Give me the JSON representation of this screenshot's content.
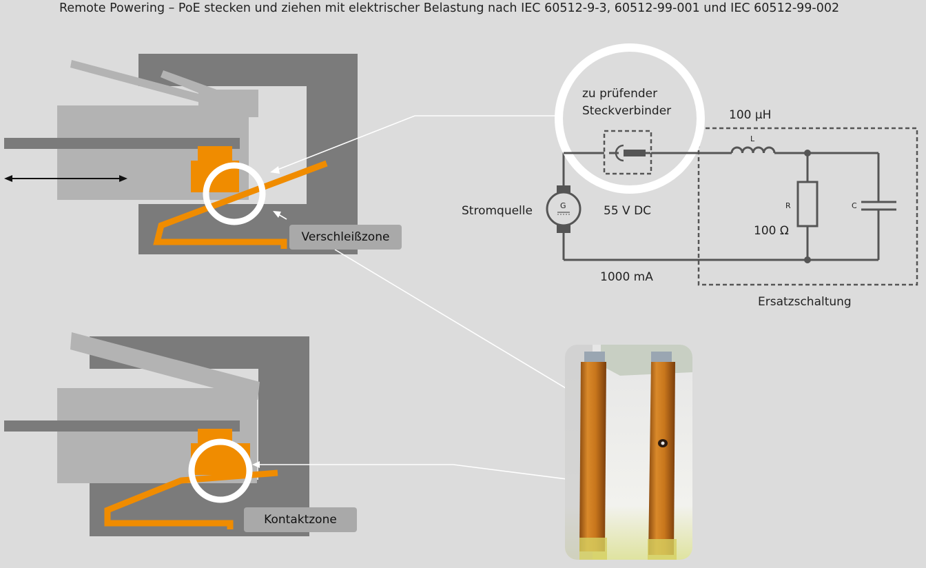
{
  "title": "Remote Powering – PoE stecken und ziehen mit elektrischer Belastung nach IEC 60512-9-3, 60512-99-001 und IEC 60512-99-002",
  "labels": {
    "wear_zone": "Verschleißzone",
    "contact_zone": "Kontaktzone",
    "connector_under_test_line1": "zu prüfender",
    "connector_under_test_line2": "Steckverbinder",
    "current_source": "Stromquelle",
    "generator_symbol": "G",
    "voltage": "55 V DC",
    "current": "1000 mA",
    "inductance": "100 µH",
    "inductor_symbol": "L",
    "resistor_symbol": "R",
    "capacitor_symbol": "C",
    "resistance": "100 Ω",
    "equivalent_circuit": "Ersatzschaltung"
  },
  "colors": {
    "background": "#dcdcdc",
    "housing_dark": "#7b7b7b",
    "plug_light": "#b3b3b3",
    "contact_orange": "#f08c00",
    "circuit_line": "#555555",
    "highlight_white": "#ffffff"
  }
}
